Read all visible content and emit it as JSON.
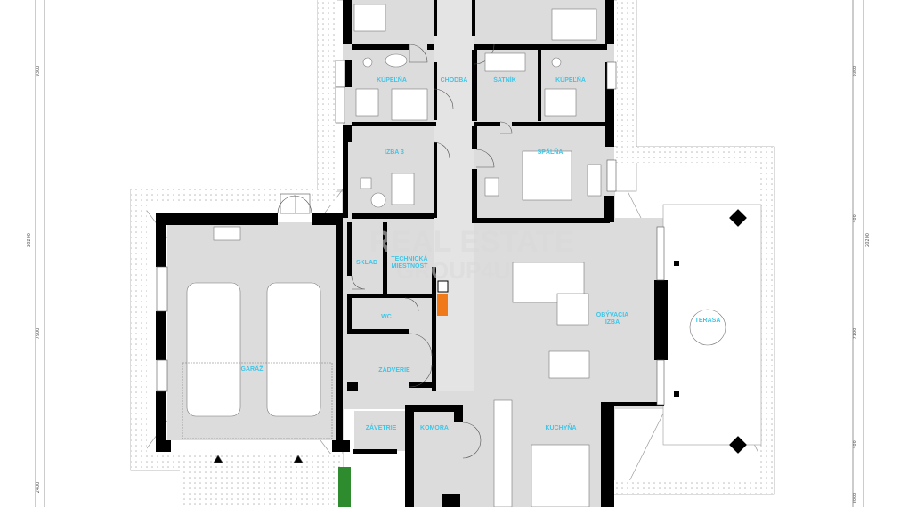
{
  "rooms": {
    "kupelna_left": "KÚPEĽŇA",
    "chodba": "CHODBA",
    "satnik": "ŠATNÍK",
    "kupelna_right": "KÚPEĽŇA",
    "izba3": "IZBA 3",
    "spalna": "SPÁLŇA",
    "sklad": "SKLAD",
    "technicka_line1": "TECHNICKÁ",
    "technicka_line2": "MIESTNOSŤ",
    "wc": "WC",
    "obyvacia_line1": "OBÝVACIA",
    "obyvacia_line2": "IZBA",
    "terasa": "TERASA",
    "garaz": "GARÁŽ",
    "zadverie": "ZÁDVERIE",
    "zavetrie": "ZÁVETRIE",
    "komora": "KOMORA",
    "kuchyna": "KUCHYŇA"
  },
  "dimensions": {
    "left": [
      "9300",
      "20200",
      "7900",
      "2400"
    ],
    "right_outer": [
      "9300",
      "20200",
      "7100",
      "3000"
    ],
    "right_inner": [
      "400",
      "400"
    ]
  },
  "watermark": {
    "line1": "REAL ESTATE",
    "line2": "GROUP4U"
  },
  "colors": {
    "wall": "#000000",
    "floor": "#dcdcdc",
    "label": "#3ec6e8",
    "boiler": "#f07a1a",
    "planter": "#2e8b2e"
  }
}
